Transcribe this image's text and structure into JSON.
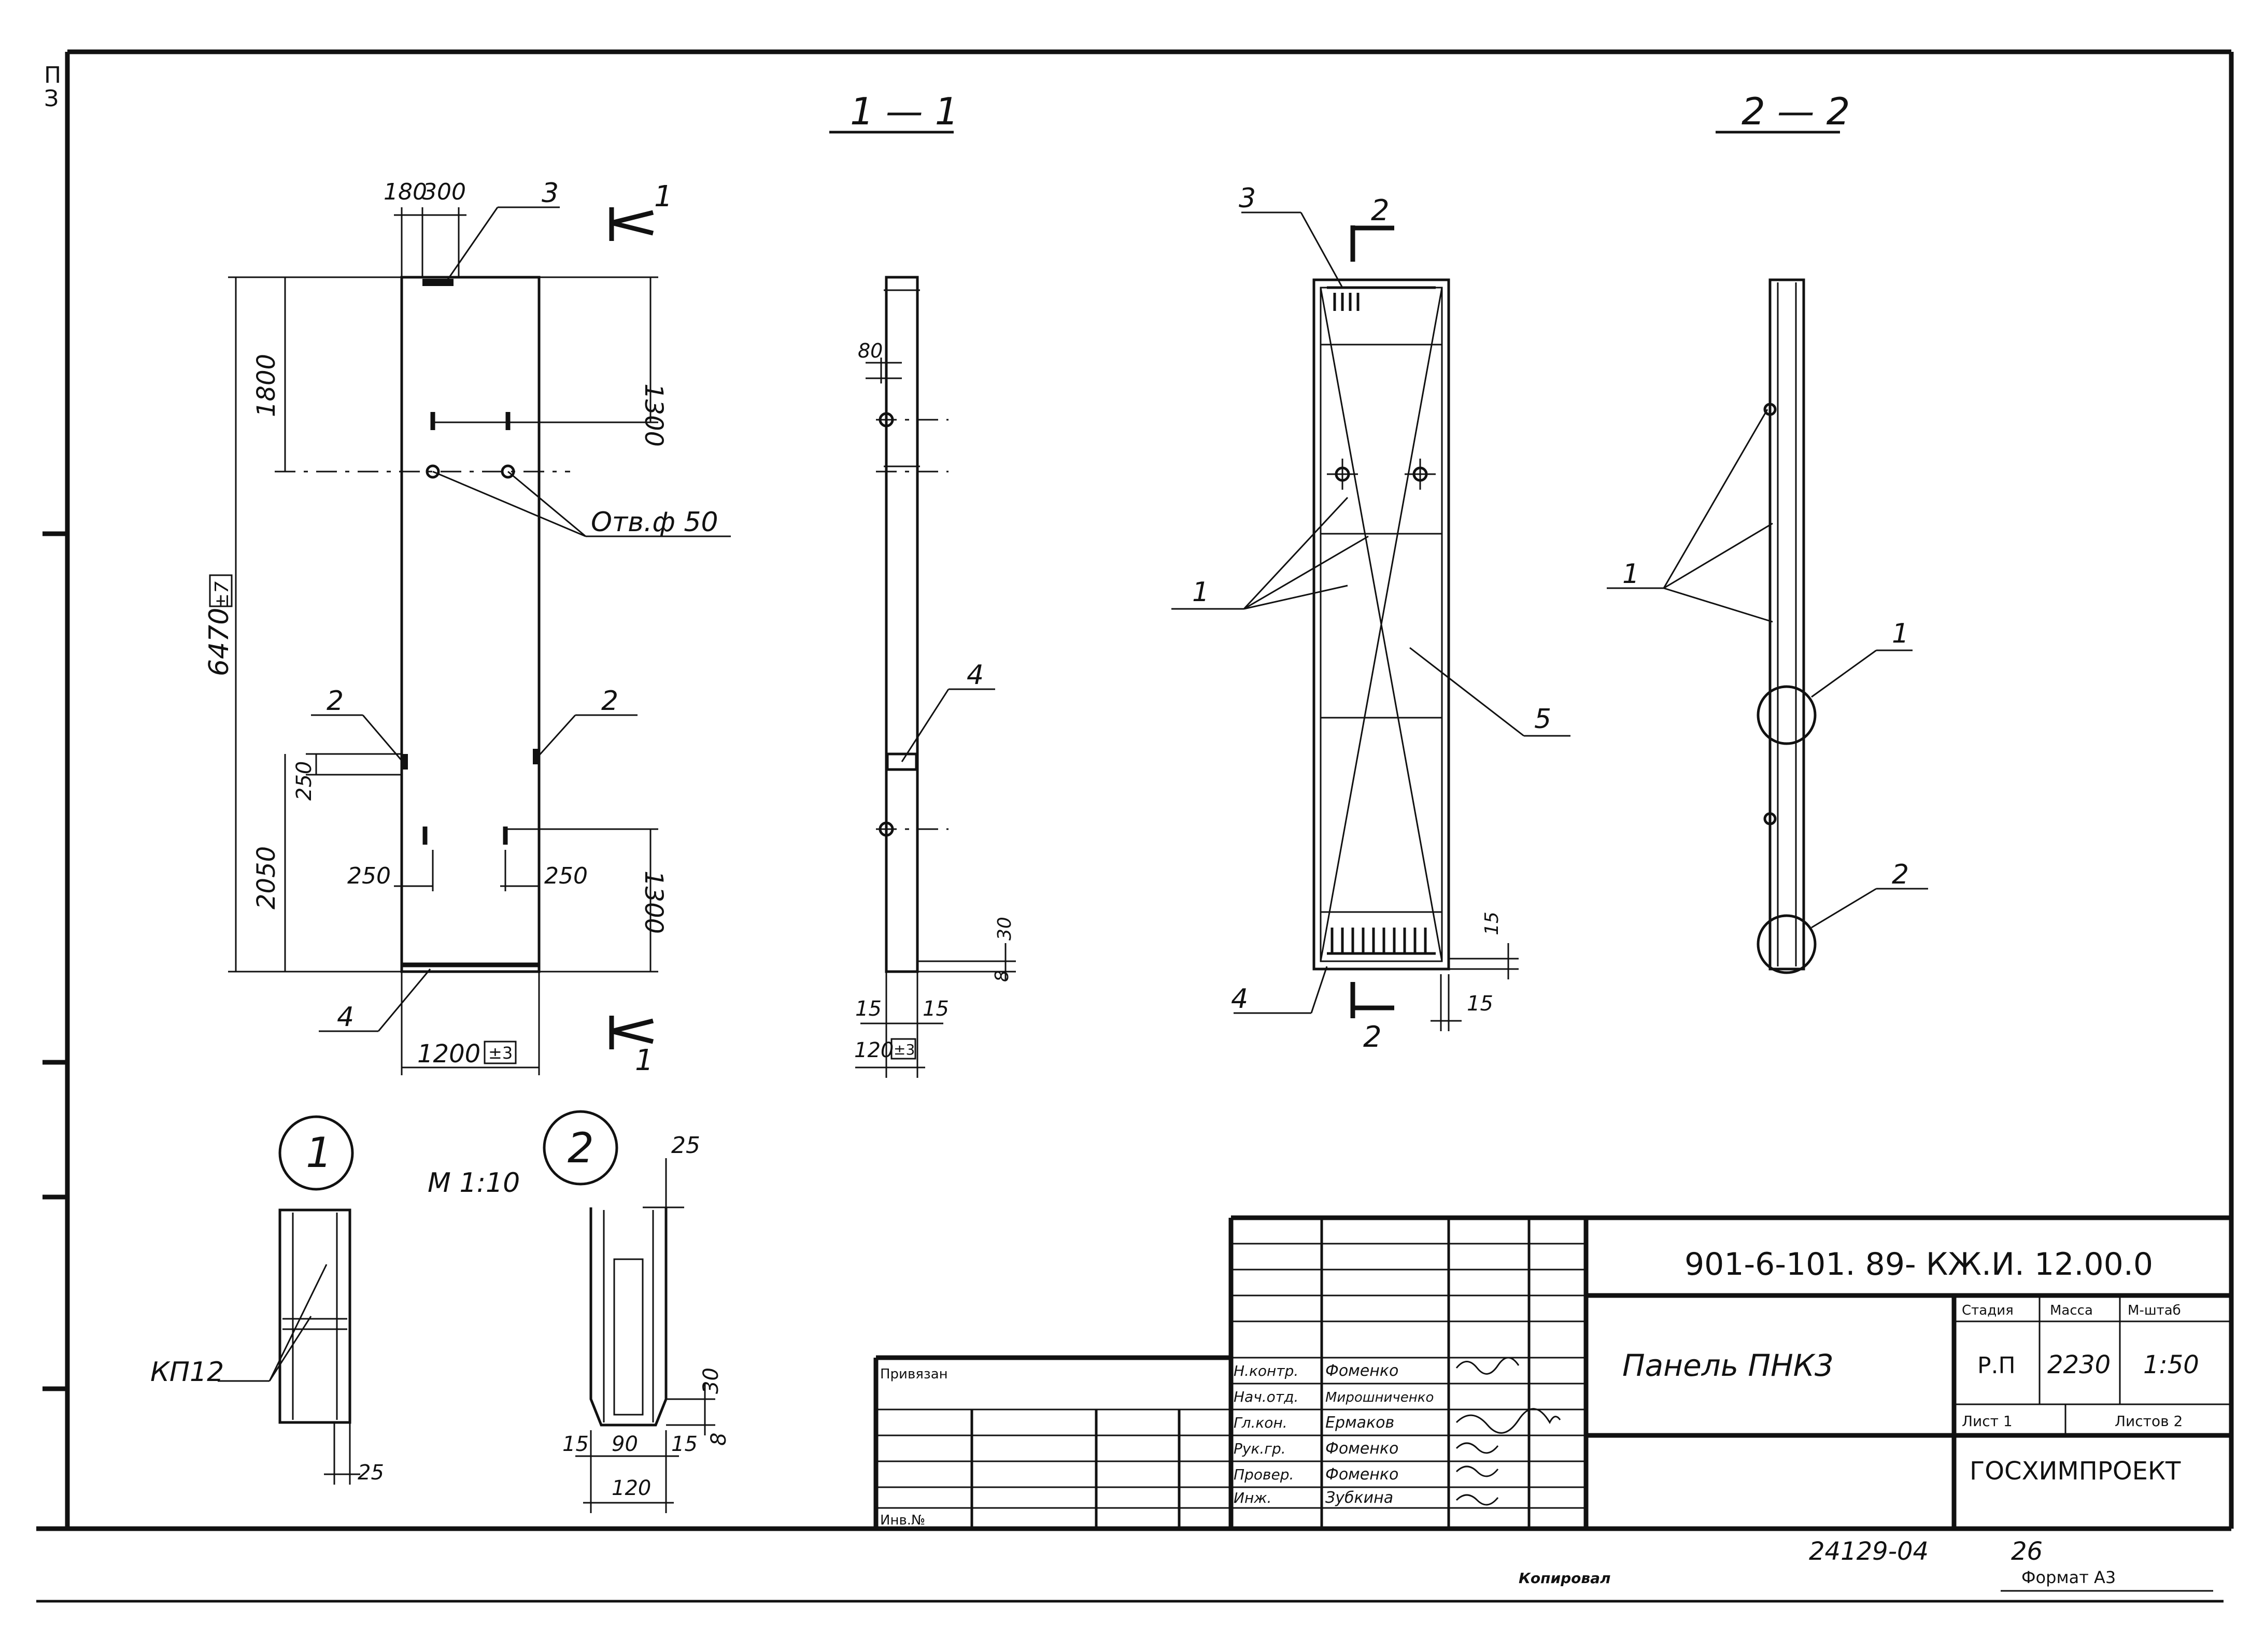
{
  "drawing": {
    "sections": {
      "section_1": "1 — 1",
      "section_2": "2 — 2"
    },
    "margin_marks": {
      "top": "П",
      "sub": "З"
    },
    "section_cut_labels": [
      "1",
      "1",
      "2",
      "2"
    ],
    "dimensions_elevation": {
      "top_a": "180",
      "top_b": "300",
      "left_upper": "1800",
      "overall_height": "6470",
      "overall_height_tol": "±7",
      "left_lower": "2050",
      "left_small": "250",
      "right_upper": "1300",
      "right_lower": "1300",
      "hole_offset_left": "250",
      "hole_offset_right": "250",
      "width": "1200",
      "width_tol": "±3"
    },
    "hole_label": "Отв.ф 50",
    "callouts_elevation": [
      "3",
      "2",
      "2",
      "4"
    ],
    "dimensions_section_1": {
      "d80": "80",
      "d15_left": "15",
      "d15_right": "15",
      "d120": "120",
      "d120_tol": "±3",
      "d30": "30",
      "d8": "8"
    },
    "callouts_section_1": [
      "4"
    ],
    "callouts_cage": [
      "3",
      "1",
      "5",
      "4"
    ],
    "dimensions_cage": {
      "d15_top": "15",
      "d15_bottom": "15"
    },
    "callouts_section_2": [
      "1",
      "1",
      "2"
    ],
    "details": {
      "node_1": "1",
      "node_2": "2",
      "scale": "М 1:10",
      "label_kp": "КП12",
      "d25_top": "25",
      "d25_bottom": "25",
      "d15_left": "15",
      "d90": "90",
      "d15_right": "15",
      "d120": "120",
      "d30": "30",
      "d8": "8"
    }
  },
  "title_block": {
    "code": "901-6-101. 89- КЖ.И. 12.00.0",
    "name": "Панель ПНК3",
    "org": "ГОСХИМПРОЕКТ",
    "privyazan": "Привязан",
    "inv_no": "Инв.№",
    "roles": [
      {
        "role": "Н.контр.",
        "person": "Фоменко"
      },
      {
        "role": "Нач.отд.",
        "person": "Мирошниченко"
      },
      {
        "role": "Гл.кон.",
        "person": "Ермаков"
      },
      {
        "role": "Рук.гр.",
        "person": "Фоменко"
      },
      {
        "role": "Провер.",
        "person": "Фоменко"
      },
      {
        "role": "Инж.",
        "person": "Зубкина"
      }
    ],
    "stage_header": "Стадия",
    "mass_header": "Масса",
    "scale_header": "М-штаб",
    "stage": "Р.П",
    "mass": "2230",
    "scale": "1:50",
    "sheet_label": "Лист 1",
    "sheets_label": "Листов 2"
  },
  "footer": {
    "doc_number": "24129-04",
    "page": "26",
    "copied": "Копировал",
    "format": "Формат А3"
  }
}
